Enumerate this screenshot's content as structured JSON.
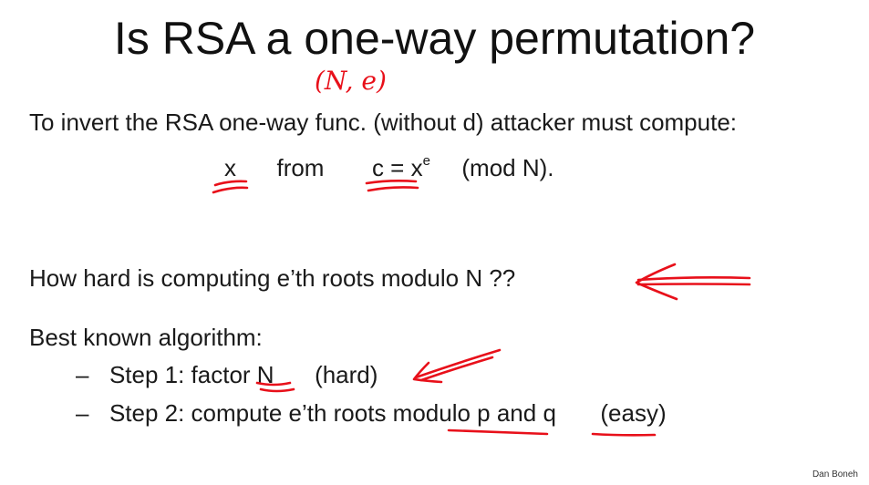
{
  "slide": {
    "title": "Is RSA a one-way permutation?",
    "annotation_params": "(N, e)",
    "line1": "To invert the RSA one-way func. (without d) attacker must compute:",
    "line2": {
      "x": "x",
      "from": "from",
      "c_eq": "c = x",
      "exp": "e",
      "mod": "(mod N)."
    },
    "line3": "How hard is computing  e’th  roots modulo N  ??",
    "line4": "Best known algorithm:",
    "step1": {
      "bullet": "–",
      "text": "Step 1:  factor  N",
      "note": "(hard)"
    },
    "step2": {
      "bullet": "–",
      "text": "Step 2:  compute e’th  roots modulo  p  and  q",
      "note": "(easy)"
    },
    "credit": "Dan Boneh"
  }
}
